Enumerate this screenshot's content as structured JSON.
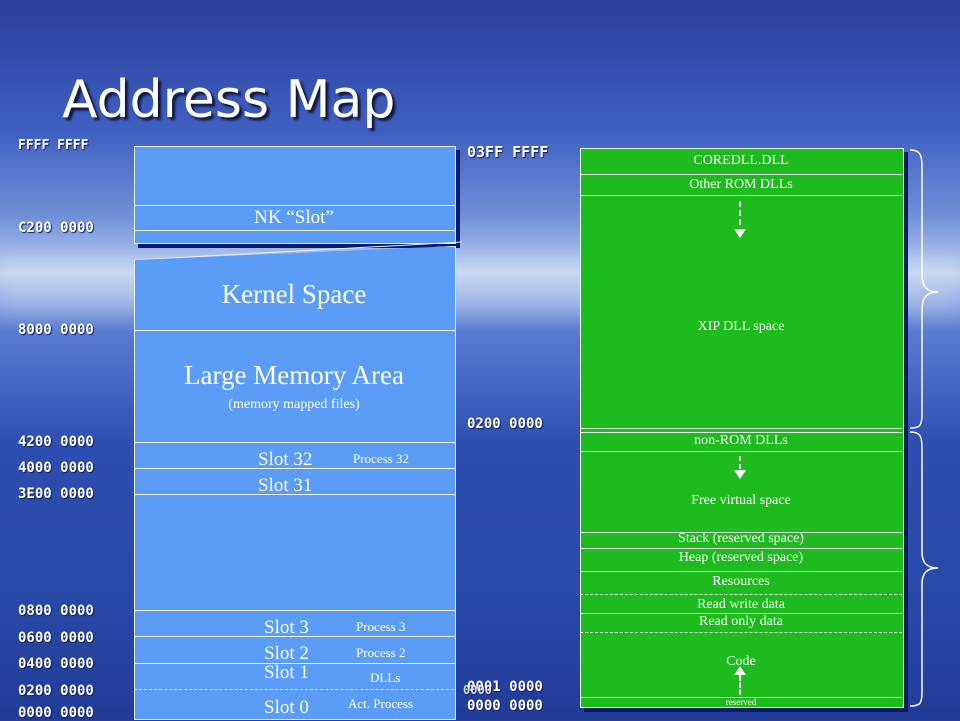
{
  "title": "Address Map",
  "left_addresses": [
    "FFFF FFFF",
    "C200 0000",
    "8000 0000",
    "4200 0000",
    "4000 0000",
    "3E00 0000",
    "0800 0000",
    "0600 0000",
    "0400 0000",
    "0200 0000",
    "0000 0000"
  ],
  "left_labels": {
    "nk_slot": "NK “Slot”",
    "kernel_space": "Kernel Space",
    "large_memory": "Large Memory Area",
    "memory_mapped": "(memory mapped files)",
    "slot32": "Slot 32",
    "process32": "Process 32",
    "slot31": "Slot 31",
    "slot3": "Slot 3",
    "process3": "Process 3",
    "slot2": "Slot 2",
    "process2": "Process 2",
    "slot1": "Slot 1",
    "dlls": "DLLs",
    "slot0": "Slot 0",
    "act_process": "Act. Process"
  },
  "right_addresses": {
    "top": "03FF FFFF",
    "mid": "0200 0000",
    "low": "0001 0000",
    "low_overlap": "0000",
    "bottom": "0000 0000"
  },
  "right_labels": {
    "coredll": "COREDLL.DLL",
    "other_rom": "Other ROM DLLs",
    "xip": "XIP DLL space",
    "non_rom": "non-ROM DLLs",
    "free_virtual": "Free virtual space",
    "stack": "Stack (reserved space)",
    "heap": "Heap (reserved space)",
    "resources": "Resources",
    "rw_data": "Read write data",
    "ro_data": "Read only data",
    "code": "Code",
    "reserved": "reserved"
  },
  "colors": {
    "left_fill": "#5b9cf6",
    "right_fill": "#1dbb1d"
  }
}
